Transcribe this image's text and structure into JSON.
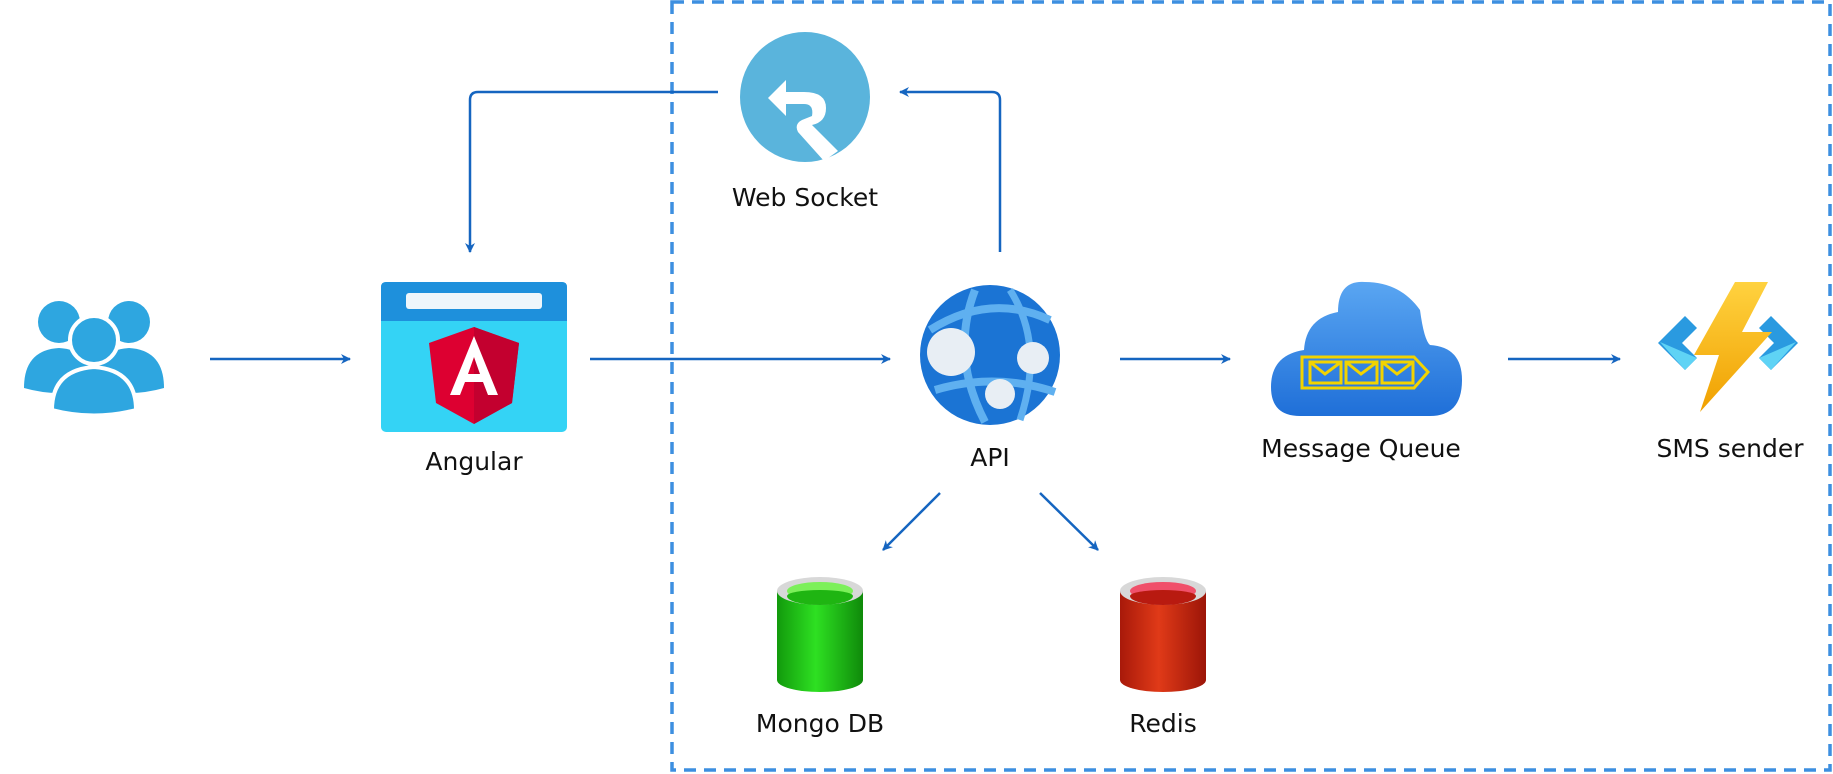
{
  "labels": {
    "web_socket": "Web Socket",
    "angular": "Angular",
    "api": "API",
    "message_queue": "Message Queue",
    "sms_sender": "SMS sender",
    "mongo_db": "Mongo DB",
    "redis": "Redis"
  },
  "icons": {
    "users": "users-icon",
    "angular": "angular-app-icon",
    "web_socket": "web-socket-icon",
    "api": "api-web-app-icon",
    "message_queue": "message-queue-cloud-icon",
    "sms_sender": "function-lightning-icon",
    "mongo_db": "database-cylinder-icon",
    "redis": "database-cylinder-icon"
  },
  "colors": {
    "arrow": "#1565c0",
    "boundary": "#3d8fe0",
    "users": "#2ea6e0",
    "angular_frame": "#34d3f5",
    "angular_bar": "#1e90dc",
    "angular_shield": "#dd0031",
    "web_socket": "#5ab4dc",
    "api": "#1b74d4",
    "queue_cloud": "#2f86e8",
    "queue_envelopes": "#f2d300",
    "function_bolt": "#f9c400",
    "function_brackets": "#2a9ae0",
    "mongo": "#22cc1a",
    "redis": "#d22a10"
  }
}
